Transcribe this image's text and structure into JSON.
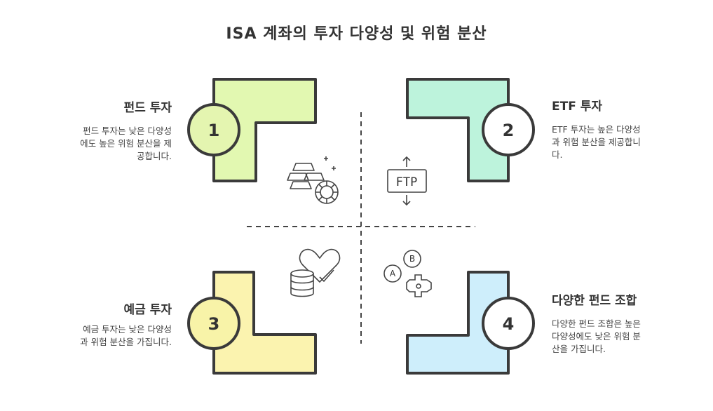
{
  "title": "ISA 계좌의 투자 다양성 및 위험 분산",
  "quadrants": [
    {
      "number": "1",
      "label": "펀드 투자",
      "desc": [
        "펀드 투자는 낮은 다양성",
        "에도 높은 위험 분산을 제",
        "공합니다."
      ],
      "color": "#dff7a8"
    },
    {
      "number": "2",
      "label": "ETF 투자",
      "desc": [
        "ETF 투자는 높은 다양성",
        "과 위험 분산을 제공합니",
        "다."
      ],
      "color": "#b6f2d8"
    },
    {
      "number": "3",
      "label": "예금 투자",
      "desc": [
        "예금 투자는 낮은 다양성",
        "과 위험 분산을 가집니다."
      ],
      "color": "#fbf2a6"
    },
    {
      "number": "4",
      "label": "다양한 펀드 조합",
      "desc": [
        "다양한 펀드 조합은 높은",
        "다양성에도 낮은 위험 분",
        "산을 가집니다."
      ],
      "color": "#c9ecfb"
    }
  ],
  "icons": {
    "q1": "gold-bars-and-coin-icon",
    "q2": "ftp-transfer-icon",
    "q2_text": "FTP",
    "q3": "heart-and-database-icon",
    "q4": "game-controller-icon",
    "q4_a": "A",
    "q4_b": "B"
  }
}
